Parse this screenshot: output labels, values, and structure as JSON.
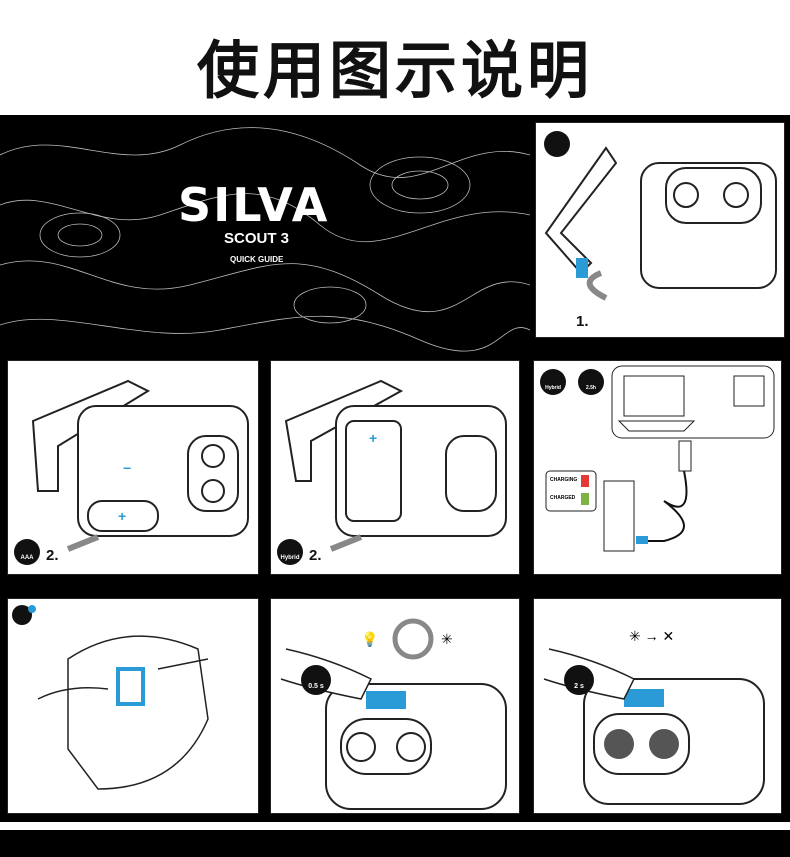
{
  "title": "使用图示说明",
  "brand": {
    "logo": "SILVA",
    "model": "SCOUT 3",
    "subtitle": "QUICK GUIDE"
  },
  "steps": {
    "open": {
      "number": "1."
    },
    "aaa": {
      "number": "2.",
      "badge": "AAA"
    },
    "hybrid": {
      "number": "2.",
      "badge": "Hybrid"
    },
    "charge": {
      "badge": "Hybrid",
      "time": "2.5h",
      "charging": "CHARGING",
      "charged": "CHARGED"
    },
    "short_press": {
      "time": "0.5 s"
    },
    "long_press": {
      "time": "2 s"
    }
  },
  "colors": {
    "accent": "#2a9bd6",
    "charging": "#e53935",
    "charged": "#7cb342"
  }
}
